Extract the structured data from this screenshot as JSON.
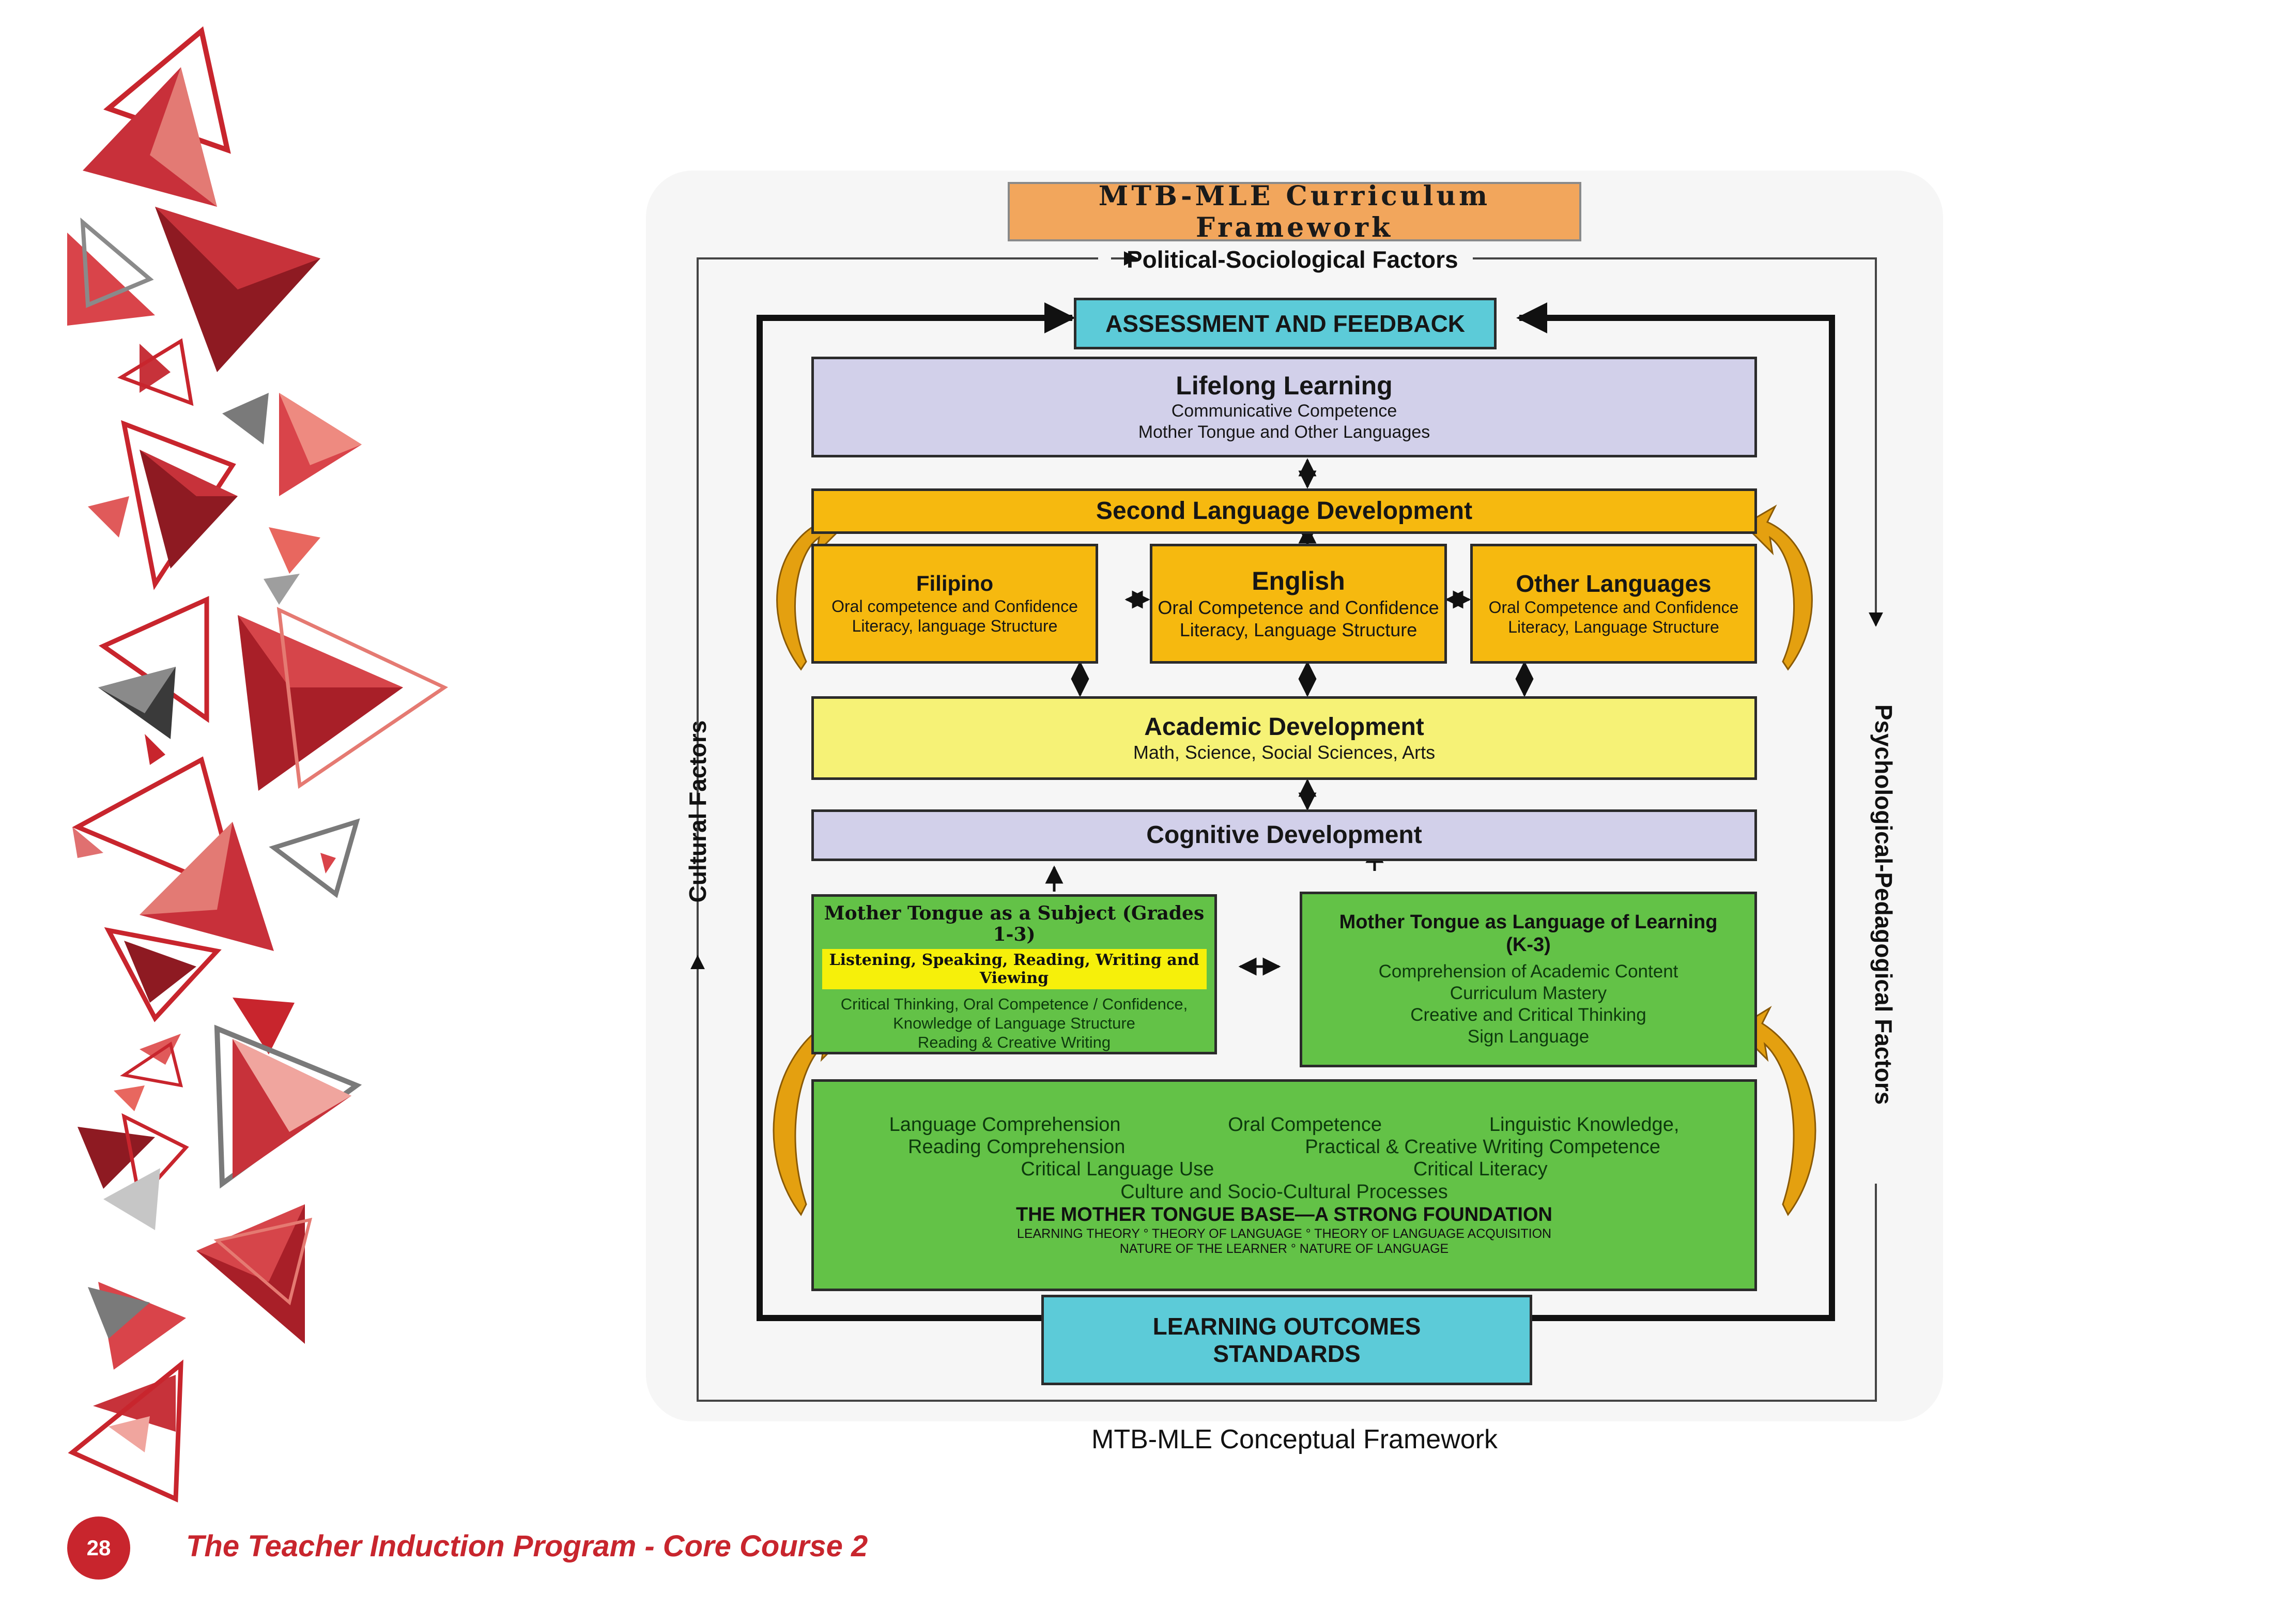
{
  "page": {
    "page_number": "28",
    "footer_title": "The Teacher Induction Program - Core Course 2",
    "caption": "MTB-MLE Conceptual Framework"
  },
  "colors": {
    "accent_red": "#c8252d",
    "box_purple": "#d2d0ea",
    "box_orange": "#f6b90f",
    "box_yellow": "#f6f276",
    "box_green": "#63c247",
    "box_cyan": "#5ccbd8"
  },
  "framework": {
    "title": "MTB-MLE Curriculum Framework",
    "top_factor": "Political-Sociological Factors",
    "left_factor": "Cultural Factors",
    "right_factor": "Psychological-Pedagogical Factors",
    "assessment": "ASSESSMENT AND FEEDBACK",
    "lifelong": {
      "title": "Lifelong Learning",
      "line1": "Communicative Competence",
      "line2": "Mother Tongue and Other Languages"
    },
    "second_language": "Second Language Development",
    "filipino": {
      "title": "Filipino",
      "line1": "Oral competence and Confidence",
      "line2": "Literacy, language Structure"
    },
    "english": {
      "title": "English",
      "line1": "Oral Competence  and Confidence",
      "line2": "Literacy, Language Structure"
    },
    "other_languages": {
      "title": "Other Languages",
      "line1": "Oral Competence and Confidence",
      "line2": "Literacy, Language Structure"
    },
    "academic": {
      "title": "Academic Development",
      "line1": "Math, Science, Social Sciences, Arts"
    },
    "cognitive": "Cognitive Development",
    "mt_subject": {
      "title": "Mother Tongue as a Subject (Grades 1-3)",
      "highlight": "Listening, Speaking, Reading, Writing and Viewing",
      "line1": "Critical Thinking, Oral Competence / Confidence,",
      "line2": "Knowledge of Language Structure",
      "line3": "Reading & Creative Writing"
    },
    "mt_language": {
      "title": "Mother Tongue as Language of Learning",
      "title2": "(K-3)",
      "line1": "Comprehension of Academic Content",
      "line2": "Curriculum Mastery",
      "line3": "Creative  and Critical Thinking",
      "line4": "Sign Language"
    },
    "foundation": {
      "line1a": "Language Comprehension",
      "line1b": "Oral Competence",
      "line1c": "Linguistic Knowledge,",
      "line2a": "Reading Comprehension",
      "line2b": "Practical & Creative Writing Competence",
      "line3a": "Critical Language Use",
      "line3b": "Critical Literacy",
      "line4": "Culture and Socio-Cultural Processes",
      "line5": "THE MOTHER TONGUE BASE—A STRONG FOUNDATION",
      "line6": "LEARNING THEORY ° THEORY OF LANGUAGE ° THEORY OF LANGUAGE ACQUISITION",
      "line7": "NATURE OF THE LEARNER ° NATURE OF LANGUAGE"
    },
    "outcomes": {
      "line1": "LEARNING OUTCOMES",
      "line2": "STANDARDS"
    }
  }
}
